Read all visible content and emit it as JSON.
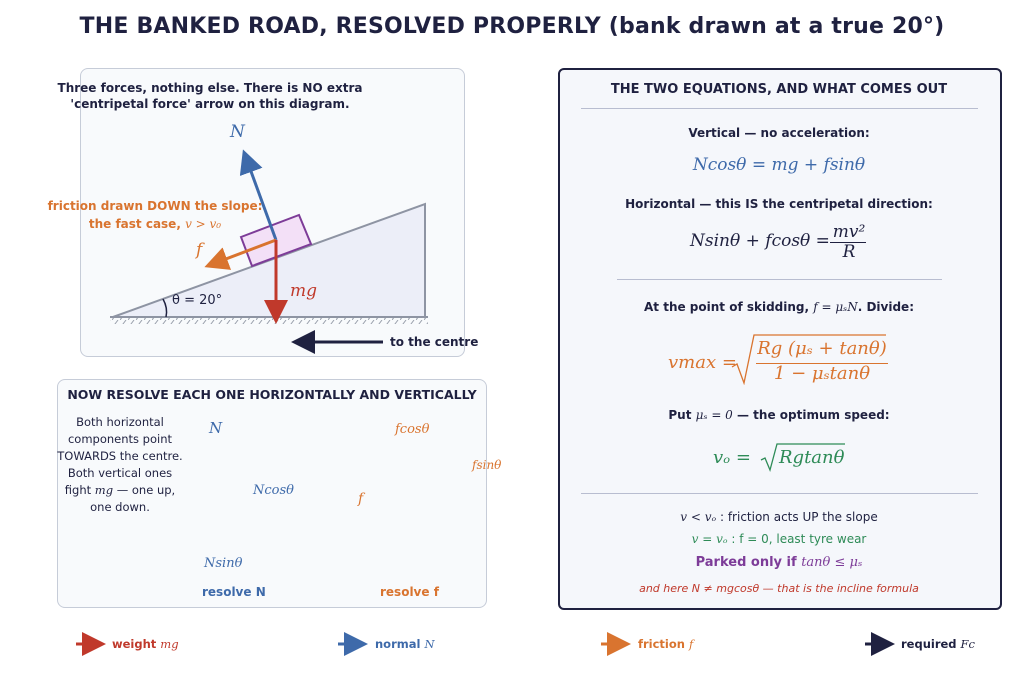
{
  "title": "THE BANKED ROAD, RESOLVED PROPERLY  (bank drawn at a true 20°)",
  "panel1": {
    "note_line1": "Three forces, nothing else. There is NO extra",
    "note_line2": "'centripetal force' arrow on this diagram.",
    "label_N": "N",
    "label_f": "f",
    "label_mg": "mg",
    "label_theta": "θ = 20°",
    "friction_note_line1": "friction drawn DOWN the slope:",
    "friction_note_line2a": "the fast case, ",
    "friction_note_line2b": "v > v₀",
    "to_centre": "to the centre"
  },
  "panel2": {
    "heading": "NOW RESOLVE EACH ONE HORIZONTALLY AND VERTICALLY",
    "desc_lines": [
      "Both horizontal",
      "components point",
      "TOWARDS the centre.",
      "Both vertical ones"
    ],
    "desc_line5a": "fight ",
    "desc_line5b": "mg",
    "desc_line5c": " — one up,",
    "desc_line6": "one down.",
    "label_N": "N",
    "label_Ncos": "Ncosθ",
    "label_Nsin": "Nsinθ",
    "label_resolveN": "resolve N",
    "label_fcos": "fcosθ",
    "label_fsin": "fsinθ",
    "label_f": "f",
    "label_resolvef": "resolve f"
  },
  "panel3": {
    "heading": "THE TWO EQUATIONS, AND WHAT COMES OUT",
    "vertical_label": "Vertical — no acceleration:",
    "vertical_eq": "Ncosθ = mg + fsinθ",
    "horizontal_label": "Horizontal — this IS the centripetal direction:",
    "horizontal_eq_lhs": "Nsinθ + fcosθ =",
    "horizontal_eq_num": "mv²",
    "horizontal_eq_den": "R",
    "skid_label_a": "At the point of skidding, ",
    "skid_label_b": "f = μₛN",
    "skid_label_c": ". Divide:",
    "vmax_lhs": "vmax =",
    "vmax_num": "Rg (μₛ + tanθ)",
    "vmax_den": "1 − μₛtanθ",
    "optimum_label_a": "Put ",
    "optimum_label_b": "μₛ = 0",
    "optimum_label_c": " — the optimum speed:",
    "vo_lhs": "vₒ =",
    "vo_rad": "Rgtanθ",
    "case1_a": "v < vₒ",
    "case1_b": " : friction acts UP the slope",
    "case2_a": "v = vₒ",
    "case2_b": " : f = 0, least tyre wear",
    "case3_a": "Parked only if ",
    "case3_b": "tanθ ≤ μₛ",
    "case4": "and here N ≠ mgcosθ — that is the incline formula"
  },
  "legend": [
    {
      "label": "weight ",
      "sym": "mg",
      "color": "#c0392b"
    },
    {
      "label": "normal ",
      "sym": "N",
      "color": "#3e6aaa"
    },
    {
      "label": "friction ",
      "sym": "f",
      "color": "#d9742f"
    },
    {
      "label": "required ",
      "sym": "Fc",
      "color": "#1f2140"
    }
  ],
  "colors": {
    "weight": "#c0392b",
    "normal": "#3e6aaa",
    "friction": "#d9742f",
    "centripetal": "#1f2140",
    "block": "#7d3c98",
    "optimum": "#2e8b57"
  }
}
